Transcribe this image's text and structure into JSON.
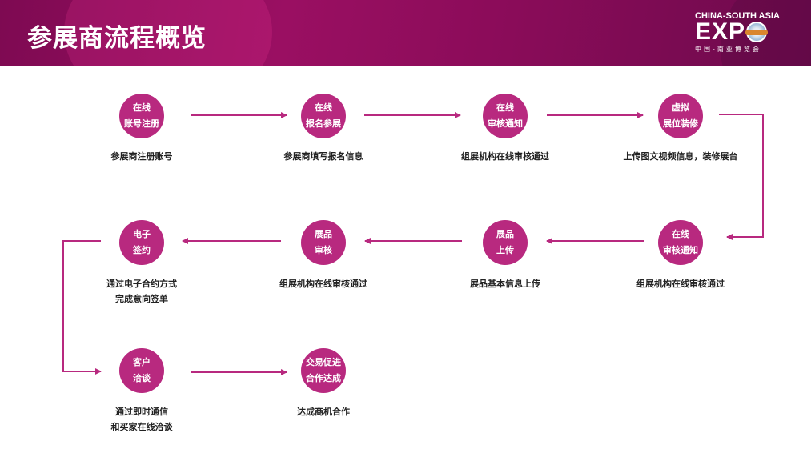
{
  "header": {
    "title": "参展商流程概览",
    "logo": {
      "top": "CHINA-SOUTH ASIA",
      "main": "EXP",
      "bottom": "中国-南亚博览会"
    }
  },
  "colors": {
    "header": "#8a0c5a",
    "accent": "#b8297f"
  },
  "steps": [
    {
      "line1": "在线",
      "line2": "账号注册",
      "desc": [
        "参展商注册账号"
      ]
    },
    {
      "line1": "在线",
      "line2": "报名参展",
      "desc": [
        "参展商填写报名信息"
      ]
    },
    {
      "line1": "在线",
      "line2": "审核通知",
      "desc": [
        "组展机构在线审核通过"
      ]
    },
    {
      "line1": "虚拟",
      "line2": "展位装修",
      "desc": [
        "上传图文视频信息，装修展台"
      ]
    },
    {
      "line1": "在线",
      "line2": "审核通知",
      "desc": [
        "组展机构在线审核通过"
      ]
    },
    {
      "line1": "展品",
      "line2": "上传",
      "desc": [
        "展品基本信息上传"
      ]
    },
    {
      "line1": "展品",
      "line2": "审核",
      "desc": [
        "组展机构在线审核通过"
      ]
    },
    {
      "line1": "电子",
      "line2": "签约",
      "desc": [
        "通过电子合约方式",
        "完成意向签单"
      ]
    },
    {
      "line1": "客户",
      "line2": "洽谈",
      "desc": [
        "通过即时通信",
        "和买家在线洽谈"
      ]
    },
    {
      "line1": "交易促进",
      "line2": "合作达成",
      "desc": [
        "达成商机合作"
      ]
    }
  ]
}
